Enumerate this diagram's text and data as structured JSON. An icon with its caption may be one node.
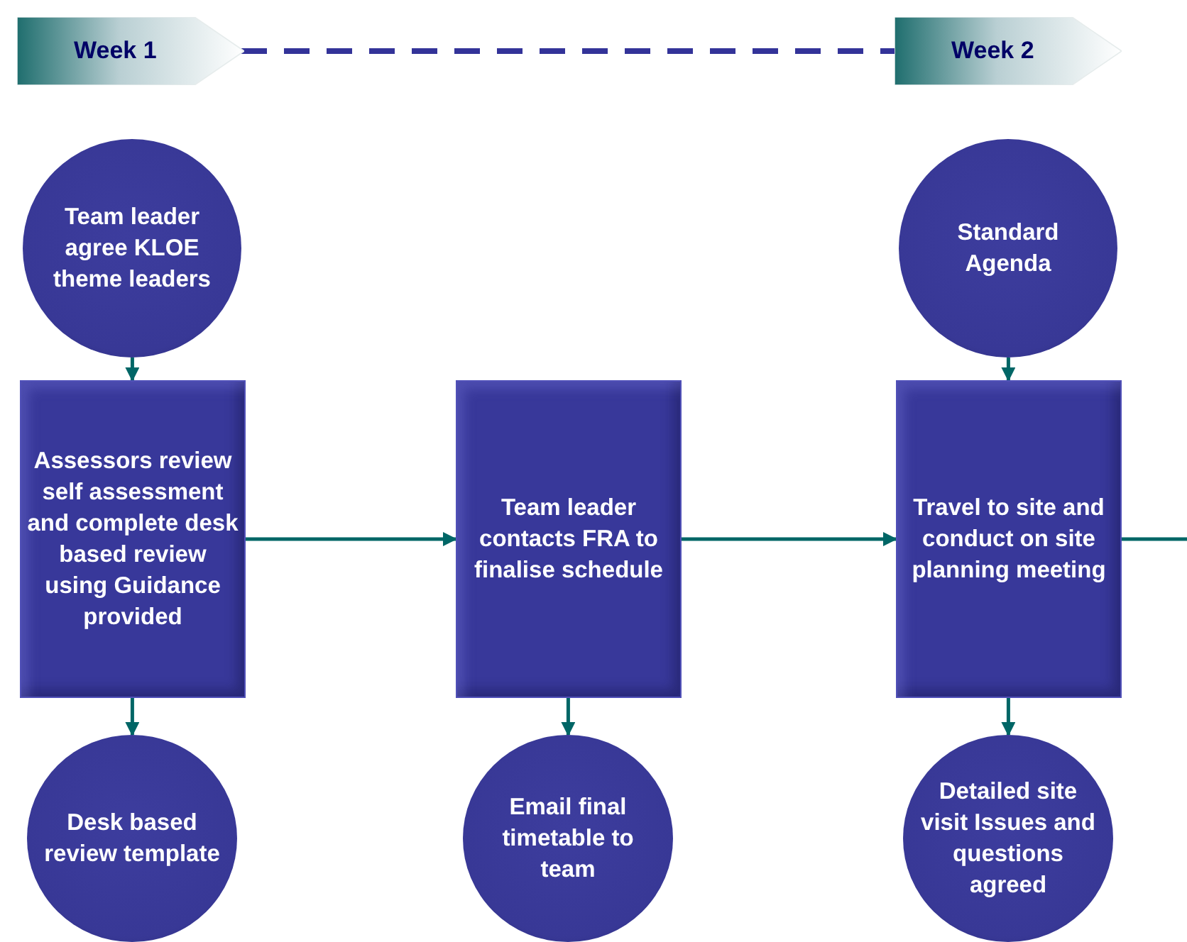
{
  "diagram": {
    "nodes": [
      {
        "text": [
          "Week 1"
        ]
      },
      {
        "text": [
          "Week 2"
        ]
      },
      {
        "text": [
          "Team leader agree KLOE theme leaders"
        ]
      },
      {
        "text": [
          "Standard Agenda"
        ]
      },
      {
        "text": [
          "Assessors review self assessment and complete desk based review using Guidance provided"
        ]
      },
      {
        "text": [
          "Team leader contacts FRA to finalise schedule"
        ]
      },
      {
        "text": [
          "Travel to site and conduct on site planning meeting"
        ]
      },
      {
        "text": [
          "Desk based review template"
        ]
      },
      {
        "text": [
          "Email final timetable to team"
        ]
      },
      {
        "text": [
          "Detailed site visit Issues and questions agreed"
        ]
      }
    ],
    "edges": [
      {
        "from": 0,
        "to": 1,
        "arrow": "none",
        "style": "dashed",
        "color": "#333399"
      },
      {
        "from": 2,
        "to": 4,
        "arrow": "to"
      },
      {
        "from": 3,
        "to": 6,
        "arrow": "to"
      },
      {
        "from": 4,
        "to": 5,
        "arrow": "to"
      },
      {
        "from": 5,
        "to": 6,
        "arrow": "to"
      },
      {
        "from": 6,
        "to": null,
        "arrow": "none"
      },
      {
        "from": 4,
        "to": 7,
        "arrow": "to"
      },
      {
        "from": 5,
        "to": 8,
        "arrow": "to"
      },
      {
        "from": 6,
        "to": 9,
        "arrow": "to"
      }
    ]
  }
}
